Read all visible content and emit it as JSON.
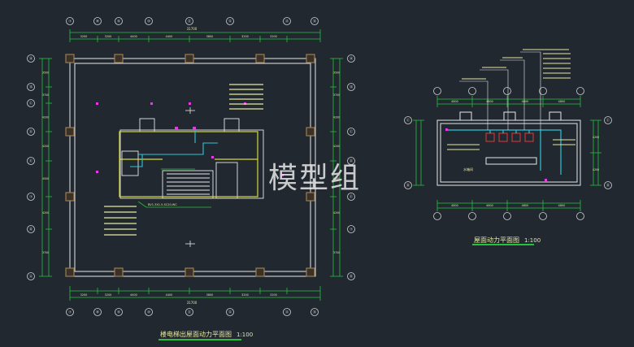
{
  "watermark": "模型组",
  "left_drawing": {
    "title": "楼电梯出屋面动力平面图",
    "scale": "1:100",
    "total_dim": "31700",
    "top_dims": [
      "3200",
      "3200",
      "4400",
      "4400",
      "3800",
      "3200",
      "3200"
    ],
    "side_dims": [
      "3500",
      "3700",
      "4200",
      "4200",
      "4500",
      "4200",
      "3700"
    ],
    "col_labels": [
      "⑦",
      "⑧",
      "⑨",
      "⑩",
      "⑪",
      "⑫",
      "⑬",
      "⑭"
    ],
    "row_labels": [
      "⑭",
      "⑮",
      "Ⓒ",
      "Ⓓ",
      "Ⓔ",
      "⑦",
      "Ⓑ",
      "Ⓐ"
    ],
    "note_cable": "BV1-3X1.5-SC20-WC"
  },
  "right_drawing": {
    "title": "屋面动力平面图",
    "scale": "1:100",
    "dims_top": [
      "4800",
      "4800",
      "4800",
      "4800"
    ],
    "dims_bottom": [
      "4800",
      "4800",
      "4800",
      "4800"
    ],
    "right_dims": [
      "4200",
      "4200"
    ],
    "row_labels": [
      "Ⓒ",
      "Ⓑ"
    ],
    "room_label": "水箱间"
  },
  "colors": {
    "background": "#212830",
    "wall": "#e8e8e8",
    "dimension": "#24c23a",
    "axis": "#d0d0d0",
    "column": "#9b7d52",
    "text_yellow": "#e7e7a0",
    "cable_cyan": "#2ec4d6",
    "magenta": "#e23ce2",
    "red": "#e03a3a"
  }
}
